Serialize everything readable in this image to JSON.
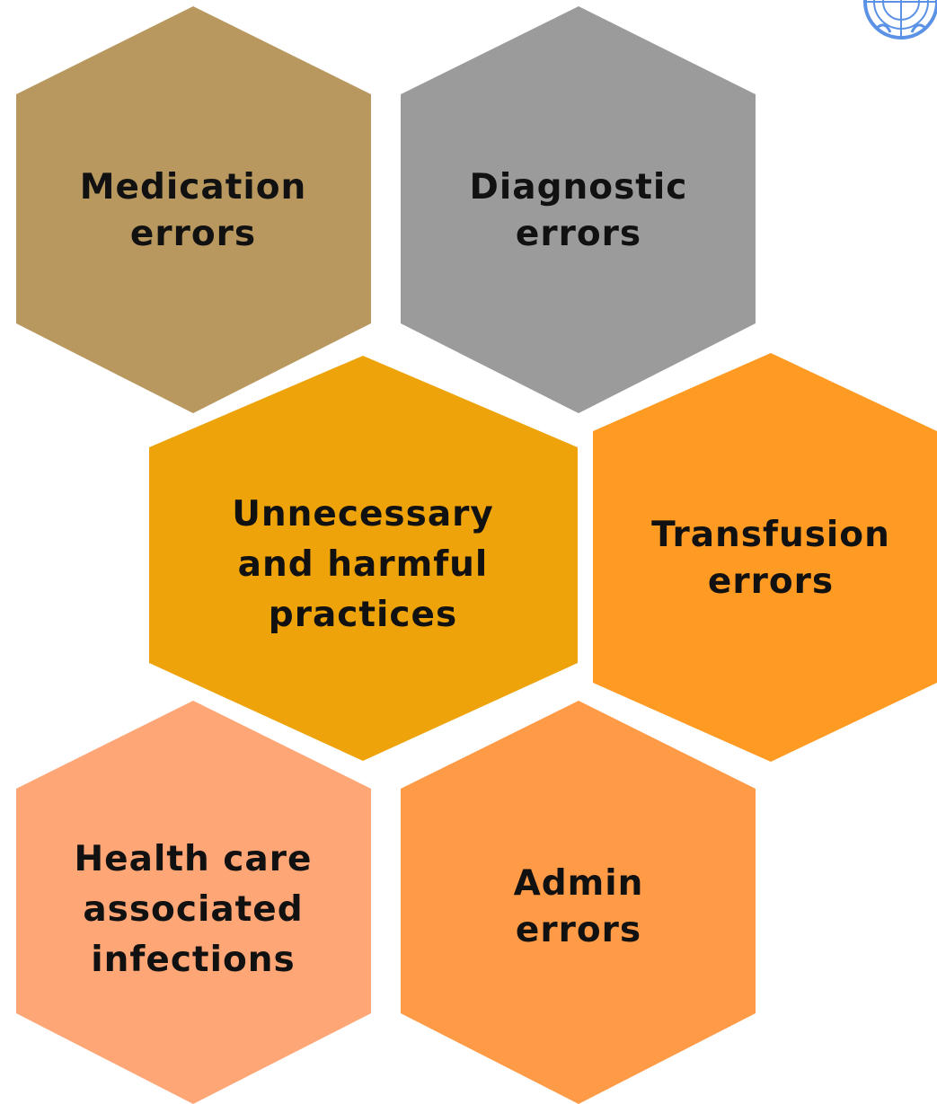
{
  "hexagons": [
    {
      "id": "medication",
      "lines": [
        "Medication",
        "errors"
      ],
      "color": "#B8985F"
    },
    {
      "id": "diagnostic",
      "lines": [
        "Diagnostic",
        "errors"
      ],
      "color": "#9B9B9B"
    },
    {
      "id": "unnecessary",
      "lines": [
        "Unnecessary",
        "and harmful",
        "practices"
      ],
      "color": "#EDA309"
    },
    {
      "id": "transfusion",
      "lines": [
        "Transfusion",
        "errors"
      ],
      "color": "#FF9A22"
    },
    {
      "id": "healthcare",
      "lines": [
        "Health care",
        "associated",
        "infections"
      ],
      "color": "#FFA677"
    },
    {
      "id": "admin",
      "lines": [
        "Admin",
        "errors"
      ],
      "color": "#FF9A47"
    }
  ],
  "logo": {
    "icon": "un-emblem-icon",
    "color": "#5B92E5"
  }
}
